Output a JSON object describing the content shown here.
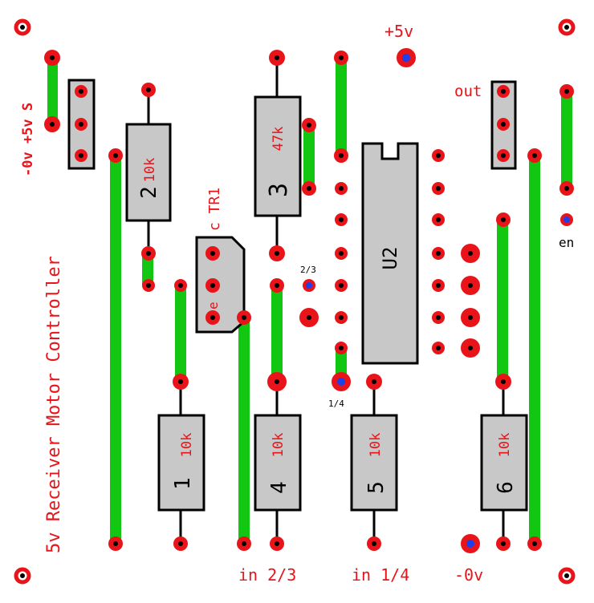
{
  "colors": {
    "board": "#ffffff",
    "track": "#12c712",
    "pad_ring": "#e8141a",
    "via_center": "#1f3fe8",
    "component_fill": "#c8c8c8",
    "label_red": "#e8141a",
    "label_black": "#000000"
  },
  "labels": {
    "title": "5v Receiver Motor Controller",
    "supply_header": "-0v +5v S",
    "plus5v": "+5v",
    "out": "out",
    "en": "en",
    "in23": "in 2/3",
    "in14": "in 1/4",
    "zero_v": "-0v",
    "small_23": "2/3",
    "small_14": "1/4",
    "ctr1": "c TR1",
    "emitter": "e"
  },
  "components": [
    {
      "id": "R1",
      "num": "1",
      "value": "10k"
    },
    {
      "id": "R2",
      "num": "2",
      "value": "10k"
    },
    {
      "id": "R3",
      "num": "3",
      "value": "47k"
    },
    {
      "id": "R4",
      "num": "4",
      "value": "10k"
    },
    {
      "id": "R5",
      "num": "5",
      "value": "10k"
    },
    {
      "id": "R6",
      "num": "6",
      "value": "10k"
    },
    {
      "id": "U2",
      "num": "U2"
    }
  ]
}
